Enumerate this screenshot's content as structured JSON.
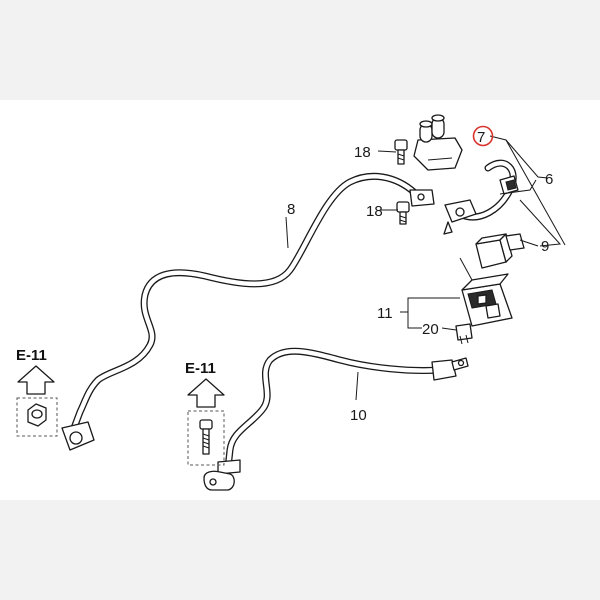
{
  "callouts": {
    "c18a": "18",
    "c18b": "18",
    "c7": "7",
    "c6": "6",
    "c8": "8",
    "c9": "9",
    "c11": "11",
    "c20": "20",
    "c10": "10"
  },
  "references": {
    "left": "E-11",
    "middle": "E-11"
  },
  "colors": {
    "highlight_circle": "#d9342b",
    "line": "#1a1a1a"
  }
}
